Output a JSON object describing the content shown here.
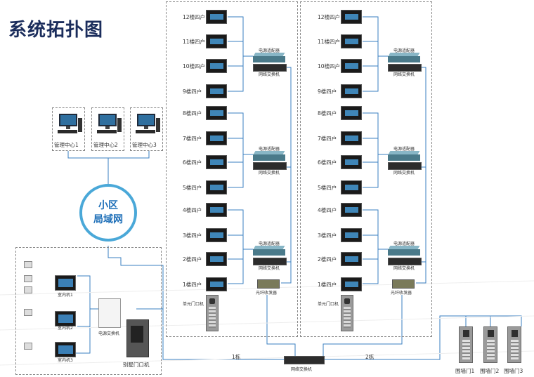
{
  "title": "系统拓扑图",
  "lan": {
    "line1": "小区",
    "line2": "局域网"
  },
  "management": [
    "管理中心1",
    "管理中心2",
    "管理中心3"
  ],
  "buildings": [
    {
      "floors": [
        "12楼四户",
        "11楼四户",
        "10楼四户",
        "9楼四户",
        "8楼四户",
        "7楼四户",
        "6楼四户",
        "5楼四户",
        "4楼四户",
        "3楼四户",
        "2楼四户",
        "1楼四户"
      ],
      "adapter_label": "电源适配器",
      "switch_label": "网络交换机",
      "fiber_label": "光纤收发器",
      "unit_door_label": "单元门口机",
      "building_label": "1栋"
    },
    {
      "floors": [
        "12楼四户",
        "11楼四户",
        "10楼四户",
        "9楼四户",
        "8楼四户",
        "7楼四户",
        "6楼四户",
        "5楼四户",
        "4楼四户",
        "3楼四户",
        "2楼四户",
        "1楼四户"
      ],
      "adapter_label": "电源适配器",
      "switch_label": "网络交换机",
      "fiber_label": "光纤收发器",
      "unit_door_label": "单元门口机",
      "building_label": "2栋"
    }
  ],
  "villa": {
    "indoor": [
      "室内机1",
      "室内机2",
      "室内机3"
    ],
    "power_switch": "电源交换机",
    "door": "别墅门口机"
  },
  "core_switch": "网络交换机",
  "wall_doors": [
    "围墙门1",
    "围墙门2",
    "围墙门3"
  ],
  "colors": {
    "line": "#3a7fc1",
    "lan_border": "#4aa8d8",
    "lan_text": "#1e6fb8",
    "title": "#1b2d5c"
  }
}
